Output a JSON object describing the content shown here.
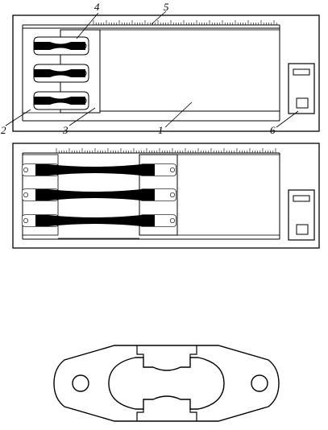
{
  "callouts": {
    "c1": "1",
    "c2": "2",
    "c3": "3",
    "c4": "4",
    "c5": "5",
    "c6": "6"
  },
  "colors": {
    "line": "#000000",
    "specimen_fill": "#000000",
    "background": "#ffffff"
  }
}
